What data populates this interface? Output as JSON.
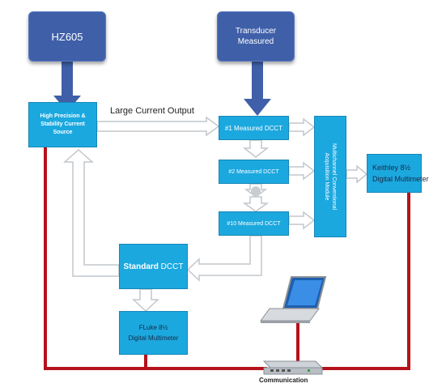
{
  "nodes": {
    "hz605": "HZ605",
    "transducer": "Transducer\nMeasured",
    "source": "High Precision &\nStability Current\nSource",
    "dcct1": "#1 Measured DCCT",
    "dcct2": "#2 Measured DCCT",
    "dcct10": "#10 Measured DCCT",
    "acquisition": "Multichannel Conventional\nAcquisition Module",
    "keithley": "Keithley 8½\nDigital Multimeter",
    "standard_bold": "Standard",
    "standard_rest": " DCCT",
    "fluke": "FLuke 8½\nDigital Multimeter",
    "communication": "Communication"
  },
  "labels": {
    "large_current_output": "Large Current Output"
  },
  "colors": {
    "dark_blue": "#3f5fa8",
    "cyan": "#1ba8df",
    "red_line": "#b5121b",
    "arrow_outline": "#c9cdd2"
  },
  "icons": {
    "laptop": "laptop-icon",
    "switch": "network-switch-icon"
  }
}
